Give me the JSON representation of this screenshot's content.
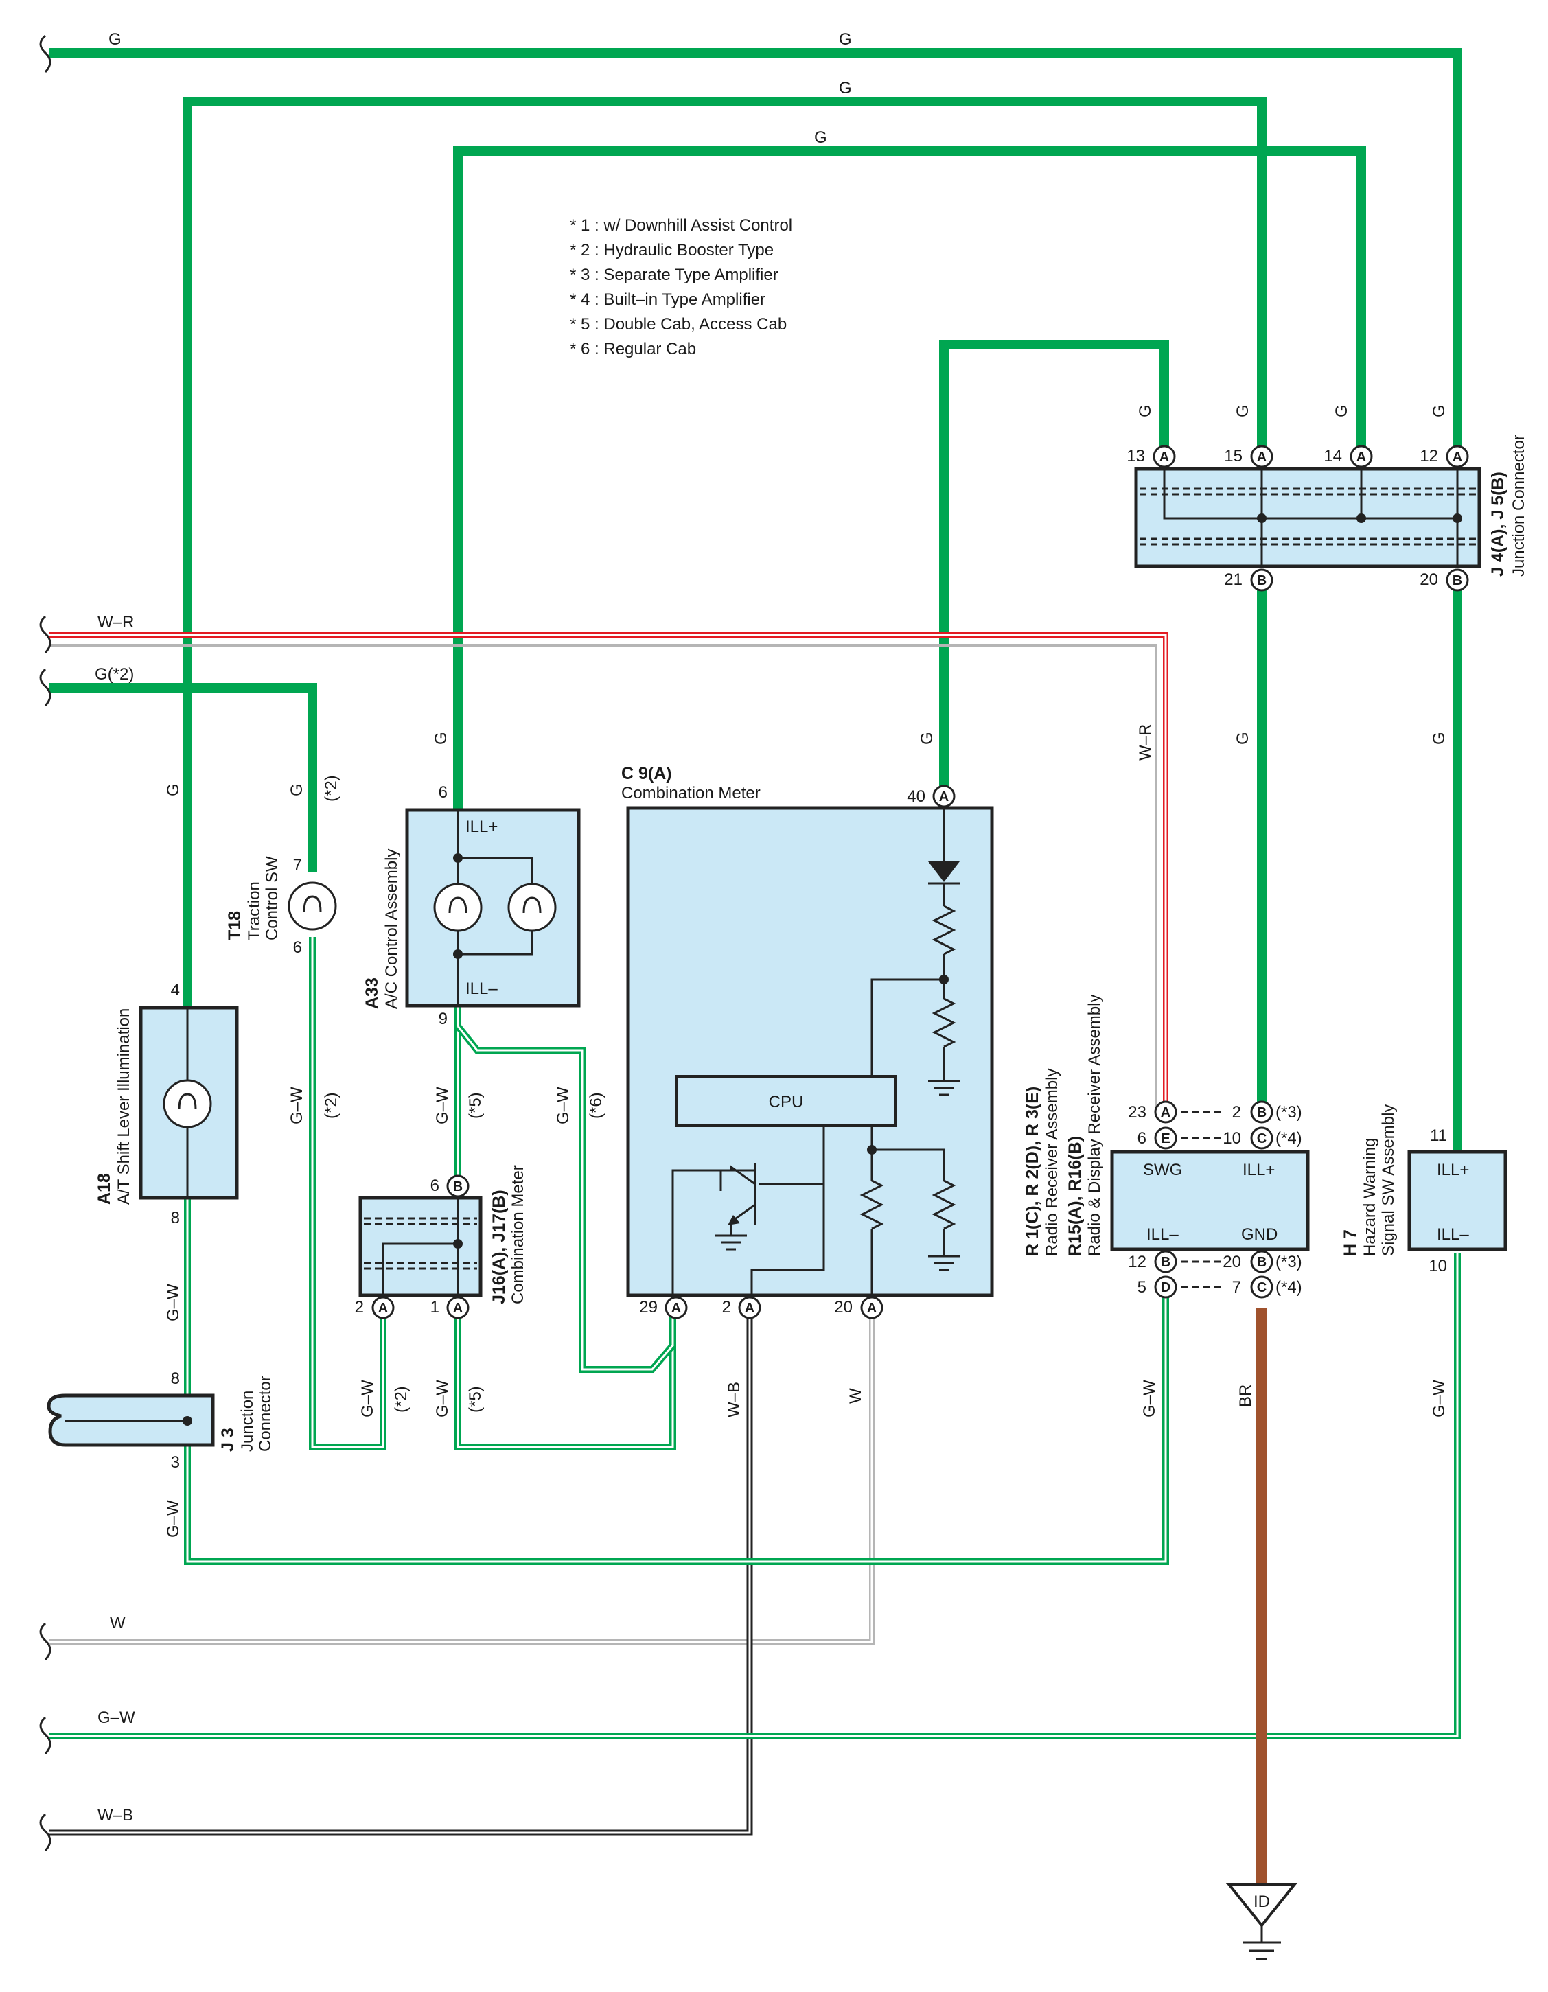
{
  "notes": [
    "* 1 : w/ Downhill Assist Control",
    "* 2 : Hydraulic Booster Type",
    "* 3 : Separate Type Amplifier",
    "* 4 : Built–in Type Amplifier",
    "* 5 : Double Cab,  Access Cab",
    "* 6 : Regular Cab"
  ],
  "wire_colors": {
    "G": "#00a651",
    "G-W stripe": "#00a651",
    "W-R stripe": "#e31b23",
    "W": "#b5b5b5",
    "W-B stripe": "#222222",
    "BR": "#a0522d",
    "component_fill": "#cbe8f6"
  },
  "wire_labels": {
    "g": "G",
    "g2": "G(*2)",
    "g_star2": "(*2)",
    "wr": "W–R",
    "w": "W",
    "gw": "G–W",
    "wb": "W–B",
    "br": "BR",
    "star2": "(*2)",
    "star5": "(*5)",
    "star6": "(*6)"
  },
  "components": {
    "junction_j4_j5": {
      "code": "J 4(A), J 5(B)",
      "name": "Junction Connector"
    },
    "combination_meter_c9": {
      "code": "C 9(A)",
      "name": "Combination Meter",
      "cpu": "CPU"
    },
    "ac_control": {
      "code": "A33",
      "name": "A/C Control Assembly",
      "ill_plus": "ILL+",
      "ill_minus": "ILL–"
    },
    "traction_sw": {
      "code": "T18",
      "name1": "Traction",
      "name2": "Control SW"
    },
    "shift_lever": {
      "code": "A18",
      "name": "A/T Shift Lever Illumination"
    },
    "j16_j17": {
      "code": "J16(A), J17(B)",
      "name": "Combination Meter"
    },
    "j3": {
      "code": "J 3",
      "name1": "Junction",
      "name2": "Connector"
    },
    "radio": {
      "code1": "R 1(C), R 2(D), R 3(E)",
      "name1": "Radio Receiver Assembly",
      "code2": "R15(A), R16(B)",
      "name2": "Radio & Display Receiver Assembly",
      "swg": "SWG",
      "ill_plus": "ILL+",
      "ill_minus": "ILL–",
      "gnd": "GND"
    },
    "hazard": {
      "code": "H 7",
      "name1": "Hazard Warning",
      "name2": "Signal SW Assembly",
      "ill_plus": "ILL+",
      "ill_minus": "ILL–"
    },
    "ground": {
      "label": "ID"
    }
  },
  "pins": {
    "j13": "13",
    "j15": "15",
    "j14": "14",
    "j12": "12",
    "j21": "21",
    "j20": "20",
    "c40": "40",
    "c29": "29",
    "c2": "2",
    "c20": "20",
    "a6": "6",
    "a9": "9",
    "t7": "7",
    "t6": "6",
    "s4": "4",
    "s8": "8",
    "k6": "6",
    "k2": "2",
    "k1": "1",
    "jj8": "8",
    "jj3": "3",
    "r23": "23",
    "r6": "6",
    "r12": "12",
    "r5": "5",
    "r2": "2",
    "r10": "10",
    "r20": "20",
    "r7": "7",
    "h11": "11",
    "h10": "10"
  },
  "pin_letters": {
    "A": "A",
    "B": "B",
    "C": "C",
    "D": "D",
    "E": "E"
  },
  "pin_notes": {
    "n3": "(*3)",
    "n4": "(*4)"
  }
}
